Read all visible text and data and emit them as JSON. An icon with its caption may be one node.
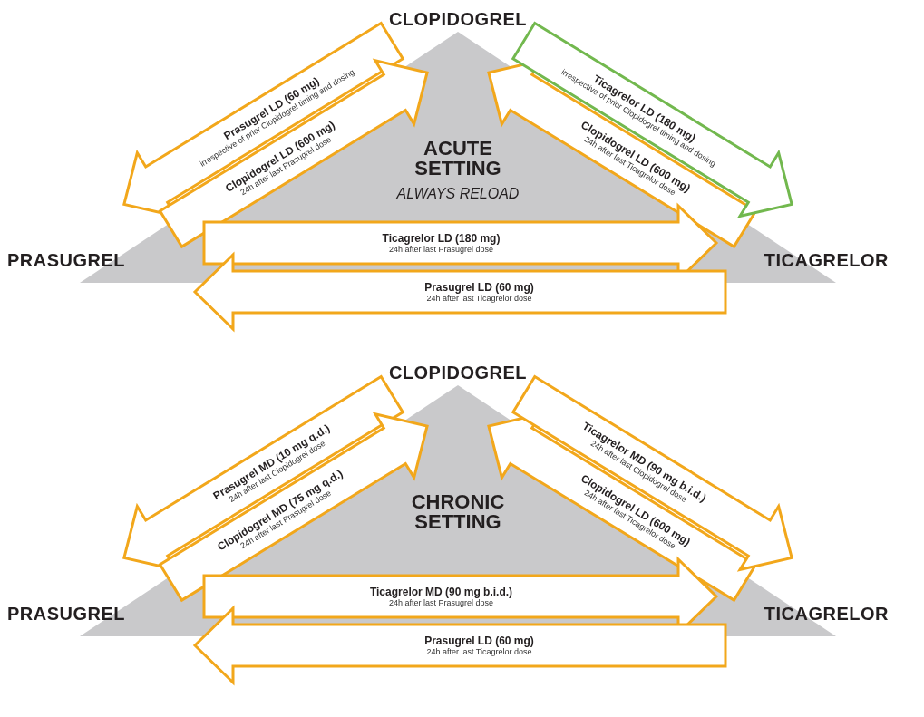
{
  "diagram": {
    "nodes": [
      {
        "text": [
          "CLOPIDOGREL"
        ]
      },
      {
        "text": [
          "ACUTE SETTING",
          "ALWAYS RELOAD"
        ]
      },
      {
        "text": [
          "PRASUGREL"
        ]
      },
      {
        "text": [
          "TICAGRELOR"
        ]
      },
      {
        "text": [
          "CLOPIDOGREL"
        ]
      },
      {
        "text": [
          "CHRONIC SETTING"
        ]
      },
      {
        "text": [
          "PRASUGREL"
        ]
      },
      {
        "text": [
          "TICAGRELOR"
        ]
      }
    ],
    "edges": [
      {
        "from": 0,
        "to": 2,
        "arrow": "to",
        "label": "**Prasugrel LD (60 mg)** irrespective of prior Clopidogrel timing and dosing"
      },
      {
        "from": 2,
        "to": 0,
        "arrow": "to",
        "label": "**Clopidogrel LD (600 mg)** 24h after last Prasugrel dose"
      },
      {
        "from": 3,
        "to": 0,
        "arrow": "to",
        "label": "**Clopidogrel LD (600 mg)** 24h after last Ticagrelor dose"
      },
      {
        "from": 0,
        "to": 3,
        "arrow": "to",
        "label": "**Ticagrelor LD (180 mg)** irrespective of prior Clopidogrel timing and dosing",
        "color": "#72b84e"
      },
      {
        "from": 2,
        "to": 3,
        "arrow": "to",
        "label": "**Ticagrelor LD (180 mg)** 24h after last Prasugrel dose"
      },
      {
        "from": 3,
        "to": 2,
        "arrow": "to",
        "label": "**Prasugrel LD (60 mg)** 24h after last Ticagrelor dose"
      },
      {
        "from": 4,
        "to": 6,
        "arrow": "to",
        "label": "**Prasugrel MD (10 mg q.d.)** 24h after last Clopidogrel dose"
      },
      {
        "from": 6,
        "to": 4,
        "arrow": "to",
        "label": "**Clopidogrel MD (75 mg q.d.)** 24h after last Prasugrel dose"
      },
      {
        "from": 7,
        "to": 4,
        "arrow": "to",
        "label": "**Clopidogrel LD (600 mg)** 24h after last Ticagrelor dose"
      },
      {
        "from": 4,
        "to": 7,
        "arrow": "to",
        "label": "**Ticagrelor MD (90 mg b.i.d.)** 24h after last Clopidogrel dose"
      },
      {
        "from": 6,
        "to": 7,
        "arrow": "to",
        "label": "**Ticagrelor MD (90 mg b.i.d.)** 24h after last Prasugrel dose"
      },
      {
        "from": 7,
        "to": 6,
        "arrow": "to",
        "label": "**Prasugrel LD (60 mg)** 24h after last Ticagrelor dose"
      }
    ]
  }
}
